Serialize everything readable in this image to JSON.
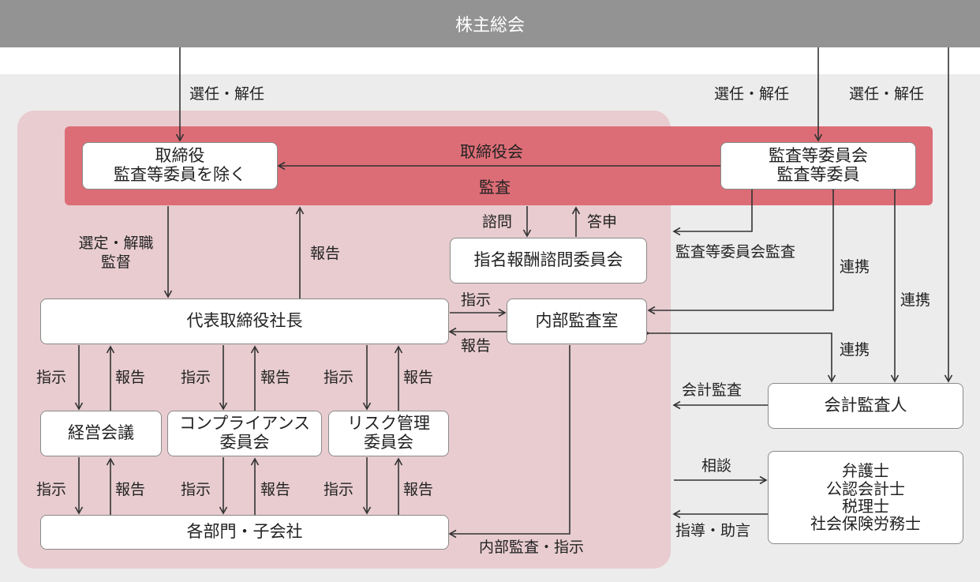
{
  "top_bar": {
    "title": "株主総会"
  },
  "board_band": {
    "title": "取締役会",
    "subtitle": "監査"
  },
  "boxes": {
    "directors": {
      "line1": "取締役",
      "line2": "監査等委員を除く"
    },
    "audit_committee": {
      "line1": "監査等委員会",
      "line2": "監査等委員"
    },
    "nomination_committee": {
      "line1": "指名報酬諮問委員会"
    },
    "president": {
      "line1": "代表取締役社長"
    },
    "internal_audit": {
      "line1": "内部監査室"
    },
    "management_meeting": {
      "line1": "経営会議"
    },
    "compliance_committee": {
      "line1": "コンプライアンス",
      "line2": "委員会"
    },
    "risk_committee": {
      "line1": "リスク管理",
      "line2": "委員会"
    },
    "departments": {
      "line1": "各部門・子会社"
    },
    "accounting_auditor": {
      "line1": "会計監査人"
    },
    "professionals": {
      "line1": "弁護士",
      "line2": "公認会計士",
      "line3": "税理士",
      "line4": "社会保険労務士"
    }
  },
  "labels": {
    "elect_dismiss_directors": "選任・解任",
    "elect_dismiss_audit": "選任・解任",
    "elect_dismiss_auditor": "選任・解任",
    "select_dismiss": "選定・解職",
    "supervise": "監督",
    "report_to_directors": "報告",
    "consult": "諮問",
    "answer": "答申",
    "audit_committee_audit": "監査等委員会監査",
    "cooperation_internal": "連携",
    "cooperation_auditor": "連携",
    "cooperation_internal_auditor": "連携",
    "instruct_internal": "指示",
    "report_internal": "報告",
    "instruct_mgmt": "指示",
    "report_mgmt": "報告",
    "instruct_compliance": "指示",
    "report_compliance": "報告",
    "instruct_risk": "指示",
    "report_risk": "報告",
    "instruct_mgmt_dept": "指示",
    "report_mgmt_dept": "報告",
    "instruct_compliance_dept": "指示",
    "report_compliance_dept": "報告",
    "instruct_risk_dept": "指示",
    "report_risk_dept": "報告",
    "accounting_audit": "会計監査",
    "consultation": "相談",
    "guidance_advice": "指導・助言",
    "internal_audit_instruct": "内部監査・指示"
  }
}
